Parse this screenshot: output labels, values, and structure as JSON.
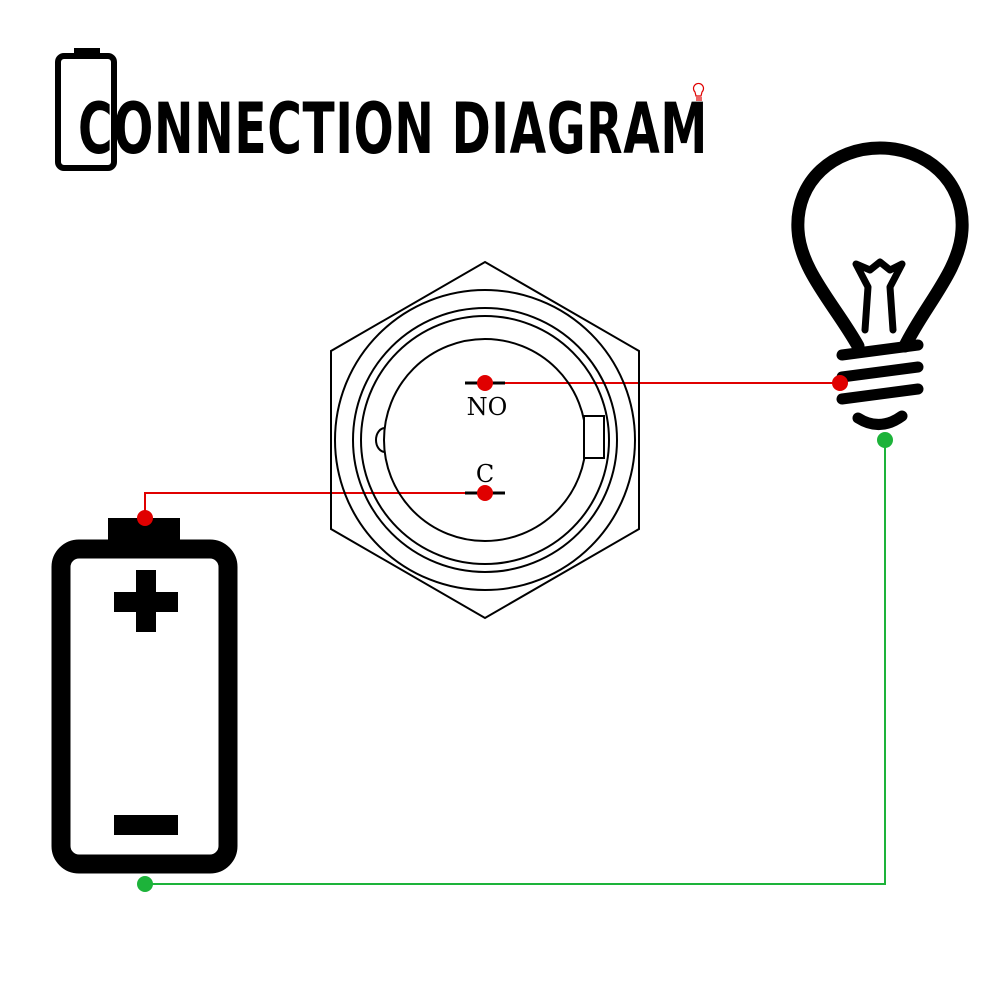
{
  "title": "CONNECTION DIAGRAM",
  "terminals": {
    "no_label": "NO",
    "c_label": "C"
  },
  "icons": {
    "title_decoration": "battery-outline-icon",
    "title_accent": "lightbulb-icon",
    "switch": "push-button-switch-icon",
    "load": "lightbulb-icon",
    "power": "battery-icon"
  },
  "colors": {
    "positive_wire": "#e00000",
    "negative_wire": "#1db33a",
    "outline": "#000000",
    "background": "#ffffff"
  }
}
